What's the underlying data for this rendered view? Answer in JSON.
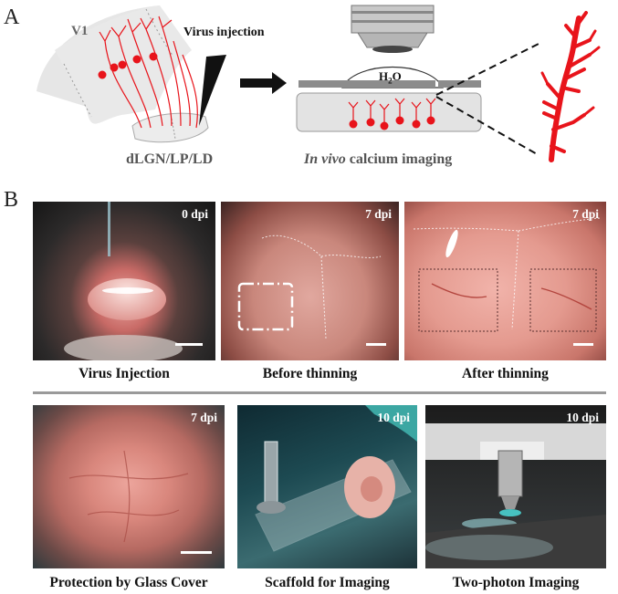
{
  "panel_a": {
    "letter": "A",
    "v1_label": "V1",
    "virus_label": "Virus injection",
    "thalamus_label": "dLGN/LP/LD",
    "water_label": "H",
    "water_sub": "2",
    "water_tail": "O",
    "imaging_italic": "In vivo",
    "imaging_rest": " calcium imaging",
    "colors": {
      "neuron": "#e8141b",
      "tissue": "#e5e5e5",
      "window": "#8a8a8a"
    }
  },
  "panel_b": {
    "letter": "B",
    "row1": [
      {
        "caption": "Virus Injection",
        "dpi": "0 dpi",
        "icon": "mouse-head-photo"
      },
      {
        "caption": "Before thinning",
        "dpi": "7 dpi",
        "icon": "skull-before-thinning-photo"
      },
      {
        "caption": "After thinning",
        "dpi": "7 dpi",
        "icon": "skull-after-thinning-photo"
      }
    ],
    "row2": [
      {
        "caption": "Protection by Glass Cover",
        "dpi": "7 dpi",
        "icon": "glass-cover-photo"
      },
      {
        "caption": "Scaffold for Imaging",
        "dpi": "10 dpi",
        "icon": "scaffold-photo"
      },
      {
        "caption": "Two-photon Imaging",
        "dpi": "10 dpi",
        "icon": "microscope-photo"
      }
    ]
  }
}
